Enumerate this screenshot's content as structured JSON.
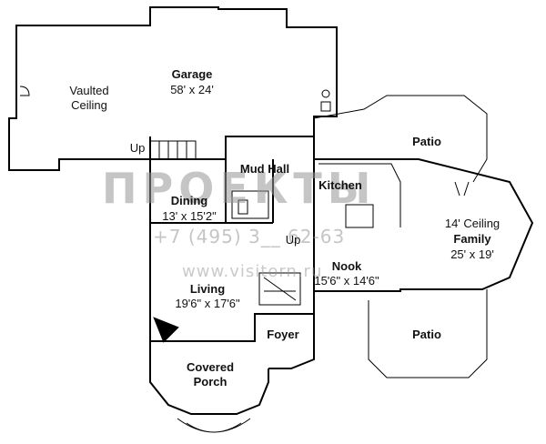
{
  "rooms": {
    "garage": {
      "name": "Garage",
      "size": "58' x 24'"
    },
    "vaulted": {
      "line1": "Vaulted",
      "line2": "Ceiling"
    },
    "patio_top": {
      "name": "Patio"
    },
    "mud_hall": {
      "name": "Mud Hall"
    },
    "kitchen": {
      "name": "Kitchen"
    },
    "dining": {
      "name": "Dining",
      "size": "13' x 15'2\""
    },
    "family": {
      "line1": "14' Ceiling",
      "name": "Family",
      "size": "25' x 19'"
    },
    "nook": {
      "name": "Nook",
      "size": "15'6\" x 14'6\""
    },
    "living": {
      "name": "Living",
      "size": "19'6\" x 17'6\""
    },
    "foyer": {
      "name": "Foyer"
    },
    "patio_bottom": {
      "name": "Patio"
    },
    "covered_porch": {
      "line1": "Covered",
      "line2": "Porch"
    }
  },
  "stairs": {
    "up_garage": "Up",
    "up_main": "Up"
  },
  "watermark": {
    "logo": "ПРОЕКТЫ",
    "phone": "+7 (495) 3__ 62-63",
    "site": "www.visitorn.ru"
  }
}
